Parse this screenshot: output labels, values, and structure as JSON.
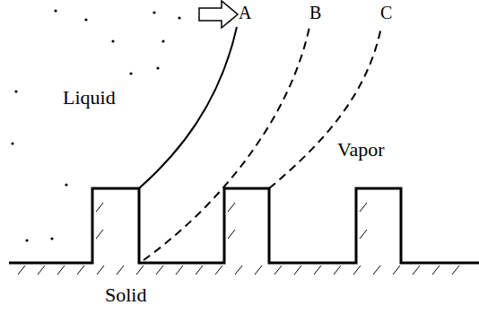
{
  "diagram": {
    "labels": [
      "A",
      "B",
      "C",
      "Liquid",
      "Vapor",
      "Solid"
    ]
  }
}
